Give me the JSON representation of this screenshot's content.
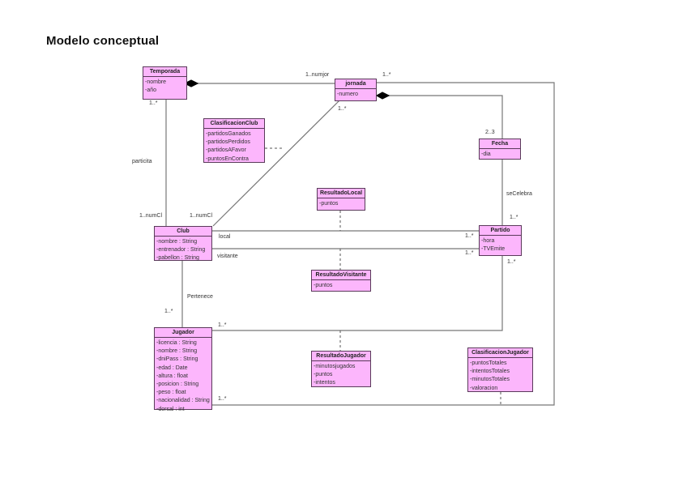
{
  "title": "Modelo conceptual",
  "classes": {
    "temporada": {
      "name": "Temporada",
      "attrs": [
        "-nombre",
        "-año"
      ]
    },
    "jornada": {
      "name": "jornada",
      "attrs": [
        "-numero"
      ]
    },
    "fecha": {
      "name": "Fecha",
      "attrs": [
        "-dia"
      ]
    },
    "clasificacionClub": {
      "name": "ClasificacionClub",
      "attrs": [
        "-partidosGanados",
        "-partidosPerdidos",
        "-partidosAFavor",
        "-puntosEnContra"
      ]
    },
    "club": {
      "name": "Club",
      "attrs": [
        "-nombre : String",
        "-entrenador : String",
        "-pabellon : String"
      ]
    },
    "resultadoLocal": {
      "name": "ResultadoLocal",
      "attrs": [
        "-puntos"
      ]
    },
    "resultadoVisitante": {
      "name": "ResultadoVisitante",
      "attrs": [
        "-puntos"
      ]
    },
    "partido": {
      "name": "Partido",
      "attrs": [
        "-hora",
        "-TVEmite"
      ]
    },
    "jugador": {
      "name": "Jugador",
      "attrs": [
        "-licencia : String",
        "-nombre : String",
        "-dniPass : String",
        "-edad : Date",
        "-altura : float",
        "-posicion : String",
        "-peso : float",
        "-nacionalidad : String",
        "-dorsal : int"
      ]
    },
    "resultadoJugador": {
      "name": "ResultadoJugador",
      "attrs": [
        "-minutosjugados",
        "-puntos",
        "-intentos"
      ]
    },
    "clasificacionJugador": {
      "name": "ClasificacionJugador",
      "attrs": [
        "-puntosTotales",
        "-intentosTotales",
        "-minutosTotales",
        "-valoracion"
      ]
    }
  },
  "labels": {
    "temporada_jornada_mult": "1..numjor",
    "jornada_right_mult": "1..*",
    "temporada_bottom_mult": "1..*",
    "jornada_bottom_mult": "1..*",
    "fecha_top_mult": "2..3",
    "participa": "particita",
    "club_left_mult": "1..numCl",
    "club_right_mult": "1..numCl",
    "seCelebra": "seCelebra",
    "partido_top_mult": "1..*",
    "local": "local",
    "visitante": "visitante",
    "partido_local_mult": "1..*",
    "partido_visitante_mult": "1..*",
    "partido_bottom_mult": "1..*",
    "pertenece": "Pertenece",
    "jugador_top_mult": "1..*",
    "jugador_partido_mult": "1..*",
    "jugador_jornada_mult": "1..*"
  }
}
